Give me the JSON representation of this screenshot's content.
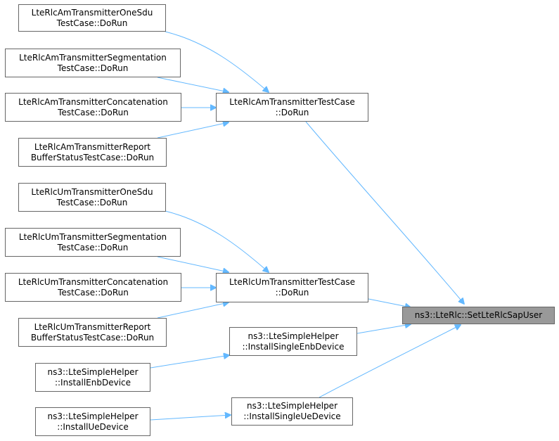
{
  "colors": {
    "edge": "#63b8ff",
    "node_border": "#666666",
    "root_fill": "#999999"
  },
  "nodes": {
    "am_one_sdu": {
      "line1": "LteRlcAmTransmitterOneSdu",
      "line2": "TestCase::DoRun"
    },
    "am_segmentation": {
      "line1": "LteRlcAmTransmitterSegmentation",
      "line2": "TestCase::DoRun"
    },
    "am_concatenation": {
      "line1": "LteRlcAmTransmitterConcatenation",
      "line2": "TestCase::DoRun"
    },
    "am_report": {
      "line1": "LteRlcAmTransmitterReport",
      "line2": "BufferStatusTestCase::DoRun"
    },
    "am_testcase": {
      "line1": "LteRlcAmTransmitterTestCase",
      "line2": "::DoRun"
    },
    "um_one_sdu": {
      "line1": "LteRlcUmTransmitterOneSdu",
      "line2": "TestCase::DoRun"
    },
    "um_segmentation": {
      "line1": "LteRlcUmTransmitterSegmentation",
      "line2": "TestCase::DoRun"
    },
    "um_concatenation": {
      "line1": "LteRlcUmTransmitterConcatenation",
      "line2": "TestCase::DoRun"
    },
    "um_report": {
      "line1": "LteRlcUmTransmitterReport",
      "line2": "BufferStatusTestCase::DoRun"
    },
    "um_testcase": {
      "line1": "LteRlcUmTransmitterTestCase",
      "line2": "::DoRun"
    },
    "install_single_enb": {
      "line1": "ns3::LteSimpleHelper",
      "line2": "::InstallSingleEnbDevice"
    },
    "install_enb": {
      "line1": "ns3::LteSimpleHelper",
      "line2": "::InstallEnbDevice"
    },
    "install_single_ue": {
      "line1": "ns3::LteSimpleHelper",
      "line2": "::InstallSingleUeDevice"
    },
    "install_ue": {
      "line1": "ns3::LteSimpleHelper",
      "line2": "::InstallUeDevice"
    },
    "root": {
      "line1": "ns3::LteRlc::SetLteRlcSapUser"
    }
  }
}
